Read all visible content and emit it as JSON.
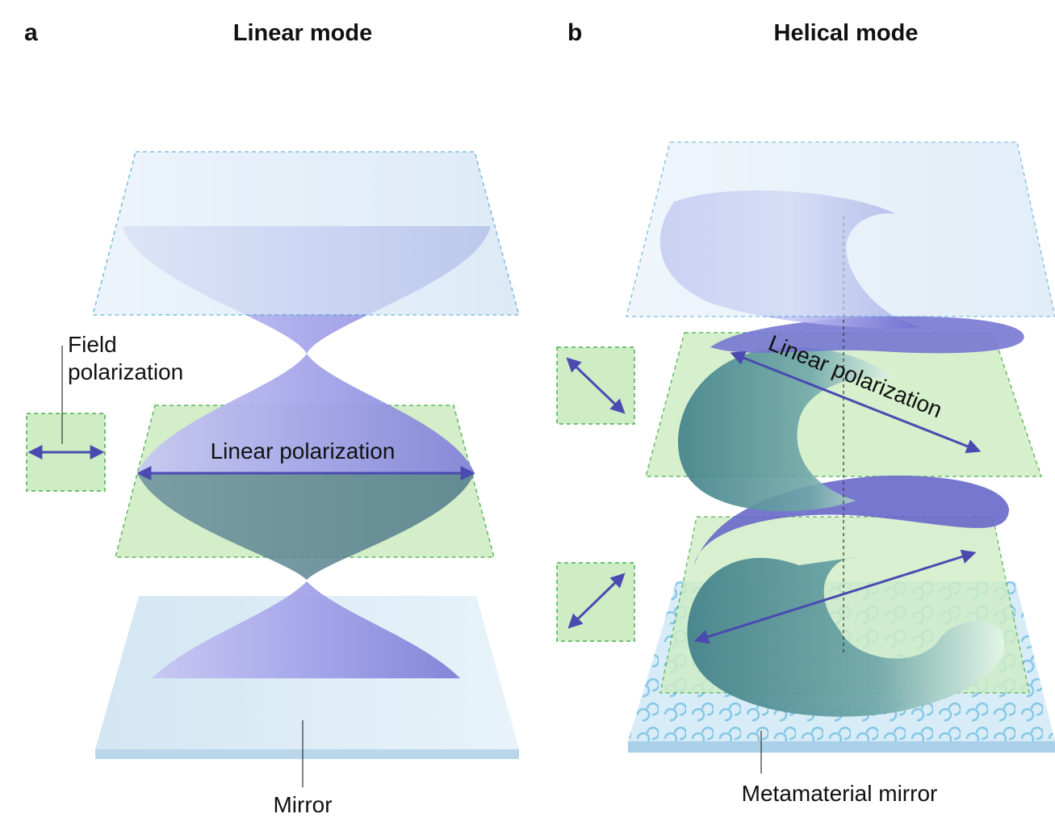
{
  "panels": [
    {
      "letter": "a",
      "title": "Linear mode",
      "labels": {
        "field_polarization_line1": "Field",
        "field_polarization_line2": "polarization",
        "linear_polarization": "Linear polarization",
        "mirror": "Mirror"
      }
    },
    {
      "letter": "b",
      "title": "Helical mode",
      "labels": {
        "linear_polarization": "Linear polarization",
        "mirror": "Metamaterial mirror"
      }
    }
  ],
  "colors": {
    "beam": "#8f8fe0",
    "beam_dark": "#5050b8",
    "green_plane": "#c9ebc0",
    "green_dash": "#4caf50",
    "top_plane": "#dceaf7",
    "top_dash": "#4aa3d8",
    "mirror": "#d6e8f4",
    "arrow": "#4a4ab0"
  },
  "icons": [
    "double-arrow-icon",
    "metamaterial-ring-icon"
  ]
}
